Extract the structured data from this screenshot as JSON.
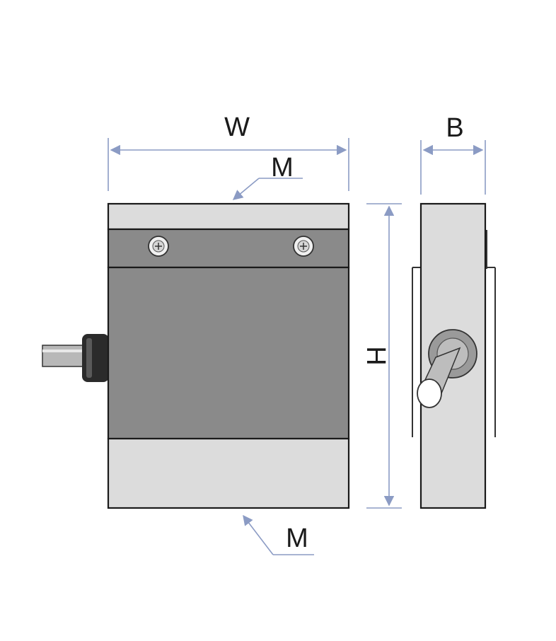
{
  "labels": {
    "width": "W",
    "thickness": "B",
    "height": "H",
    "mount_top": "M",
    "mount_bottom": "M"
  },
  "colors": {
    "dimension_line": "#8b9bc4",
    "body_dark": "#8a8a8a",
    "body_light": "#dcdcdc",
    "outline": "#1a1a1a",
    "cable": "#b8b8b8",
    "connector": "#2b2b2b",
    "screw": "#f0f0f0"
  },
  "views": [
    "front-view",
    "side-view"
  ]
}
